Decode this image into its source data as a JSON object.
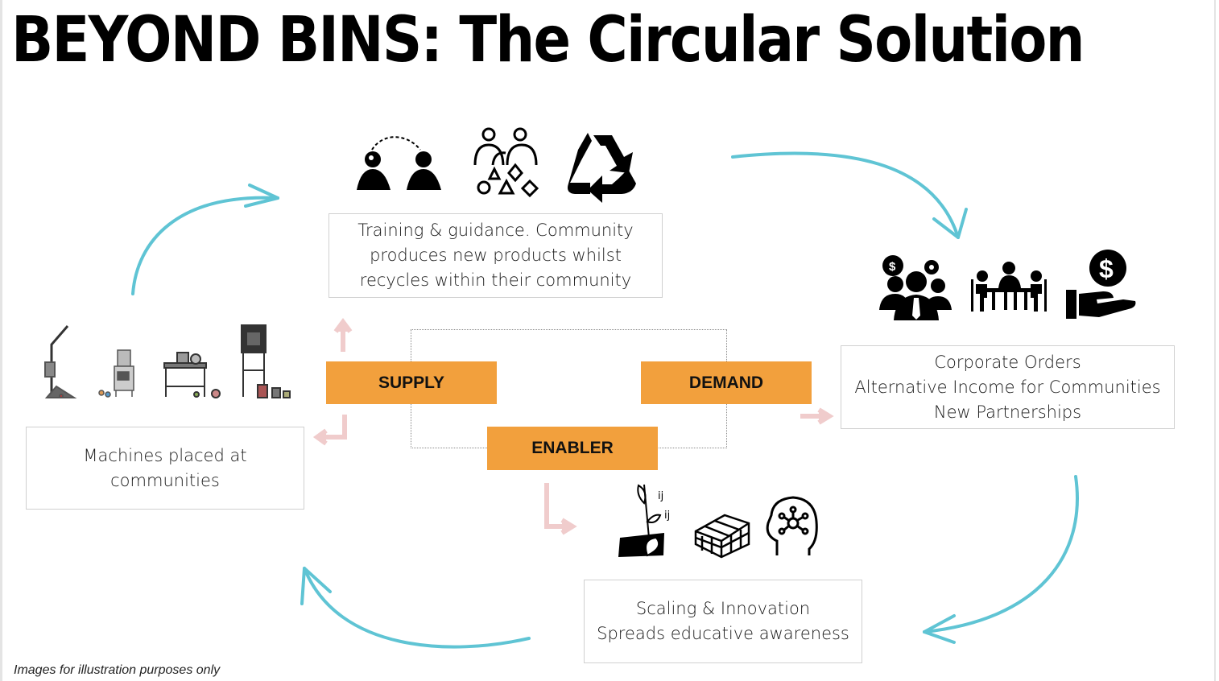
{
  "title": "BEYOND BINS: The Circular Solution",
  "boxes": {
    "training": [
      "Training & guidance. Community",
      "produces new products whilst",
      "recycles within their community"
    ],
    "machines": [
      "Machines placed at",
      "communities"
    ],
    "corporate": [
      "Corporate Orders",
      "Alternative Income for Communities",
      "New Partnerships"
    ],
    "scaling": [
      "Scaling & Innovation",
      "Spreads educative awareness"
    ]
  },
  "tags": {
    "supply": "SUPPLY",
    "demand": "DEMAND",
    "enabler": "ENABLER"
  },
  "footnote": "Images for illustration purposes only",
  "colors": {
    "tag": "#f2a03d",
    "cycle_arrow": "#5fc4d4",
    "small_arrow": "#f0cccc"
  },
  "icons": {
    "training_group": [
      "people-sharing-icon",
      "collaboration-shapes-icon",
      "recycle-icon"
    ],
    "demand_group": [
      "business-team-icon",
      "meeting-table-icon",
      "money-hand-icon"
    ],
    "enabler_group": [
      "growing-plant-icon",
      "cube-innovation-icon",
      "head-network-icon"
    ],
    "machines": [
      "shredder-machine-image",
      "injection-machine-image",
      "extruder-machine-image",
      "oven-machine-image"
    ]
  }
}
